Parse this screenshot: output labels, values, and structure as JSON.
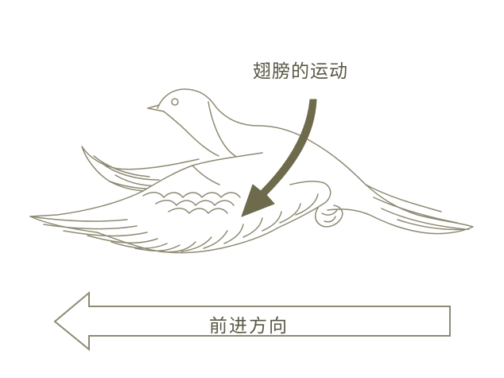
{
  "labels": {
    "wing_motion": "翅膀的运动",
    "forward_direction": "前进方向"
  },
  "colors": {
    "line": "#8e8a73",
    "arrow_fill": "#6e6a4c",
    "text": "#5a5846",
    "background": "#ffffff"
  },
  "icons": {
    "bird": "flying-dove-illustration",
    "motion_arrow": "curved-down-arrow",
    "direction_arrow": "left-arrow"
  }
}
